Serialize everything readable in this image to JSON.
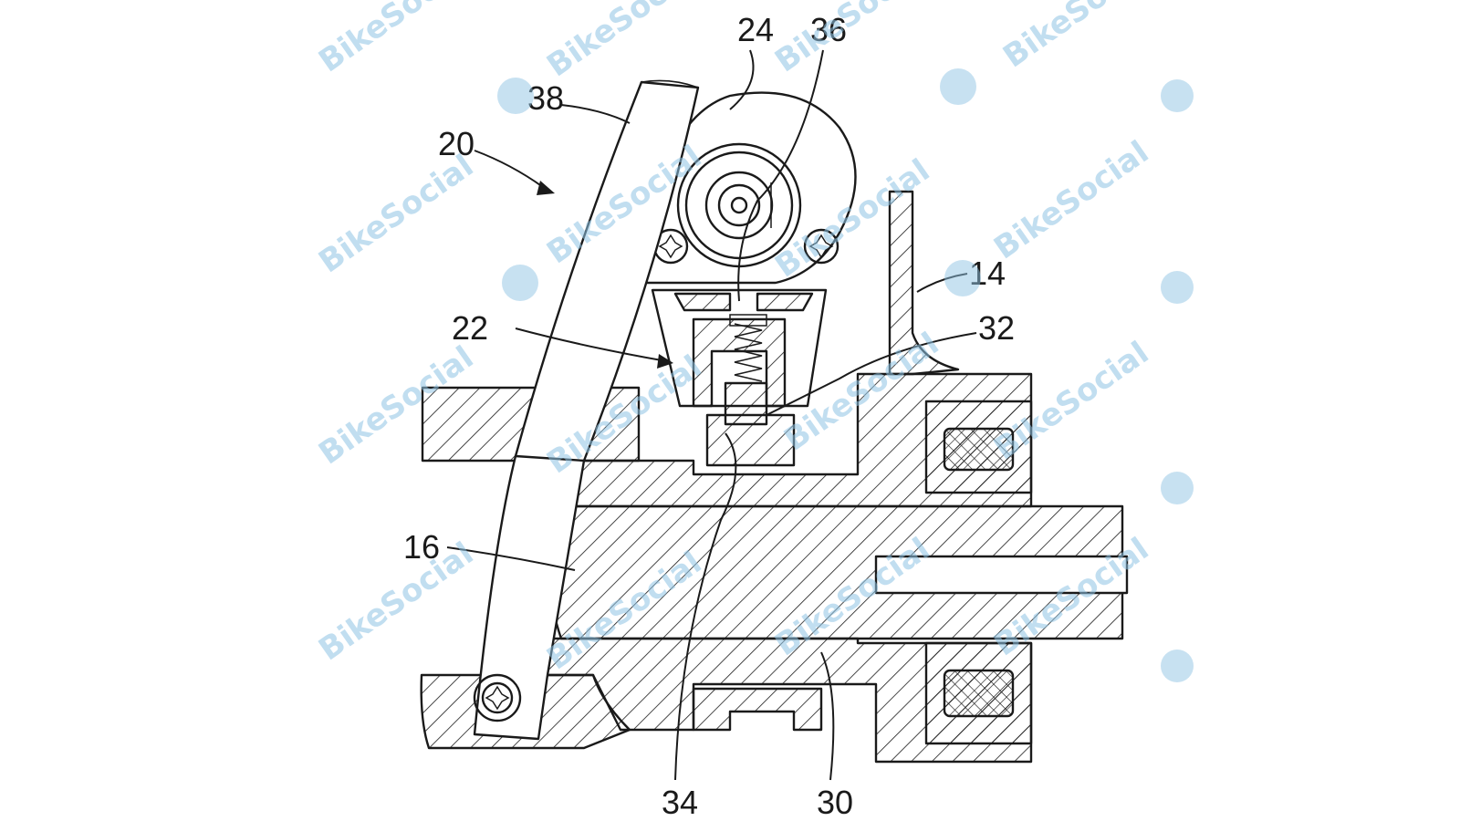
{
  "diagram": {
    "callouts": {
      "c20": "20",
      "c22": "22",
      "c24": "24",
      "c36": "36",
      "c38": "38",
      "c14": "14",
      "c32": "32",
      "c16": "16",
      "c34": "34",
      "c30": "30"
    },
    "watermark": "BikeSocial",
    "colors": {
      "line": "#1a1a1a",
      "background": "#ffffff",
      "watermark": "#8fc4e4"
    }
  }
}
